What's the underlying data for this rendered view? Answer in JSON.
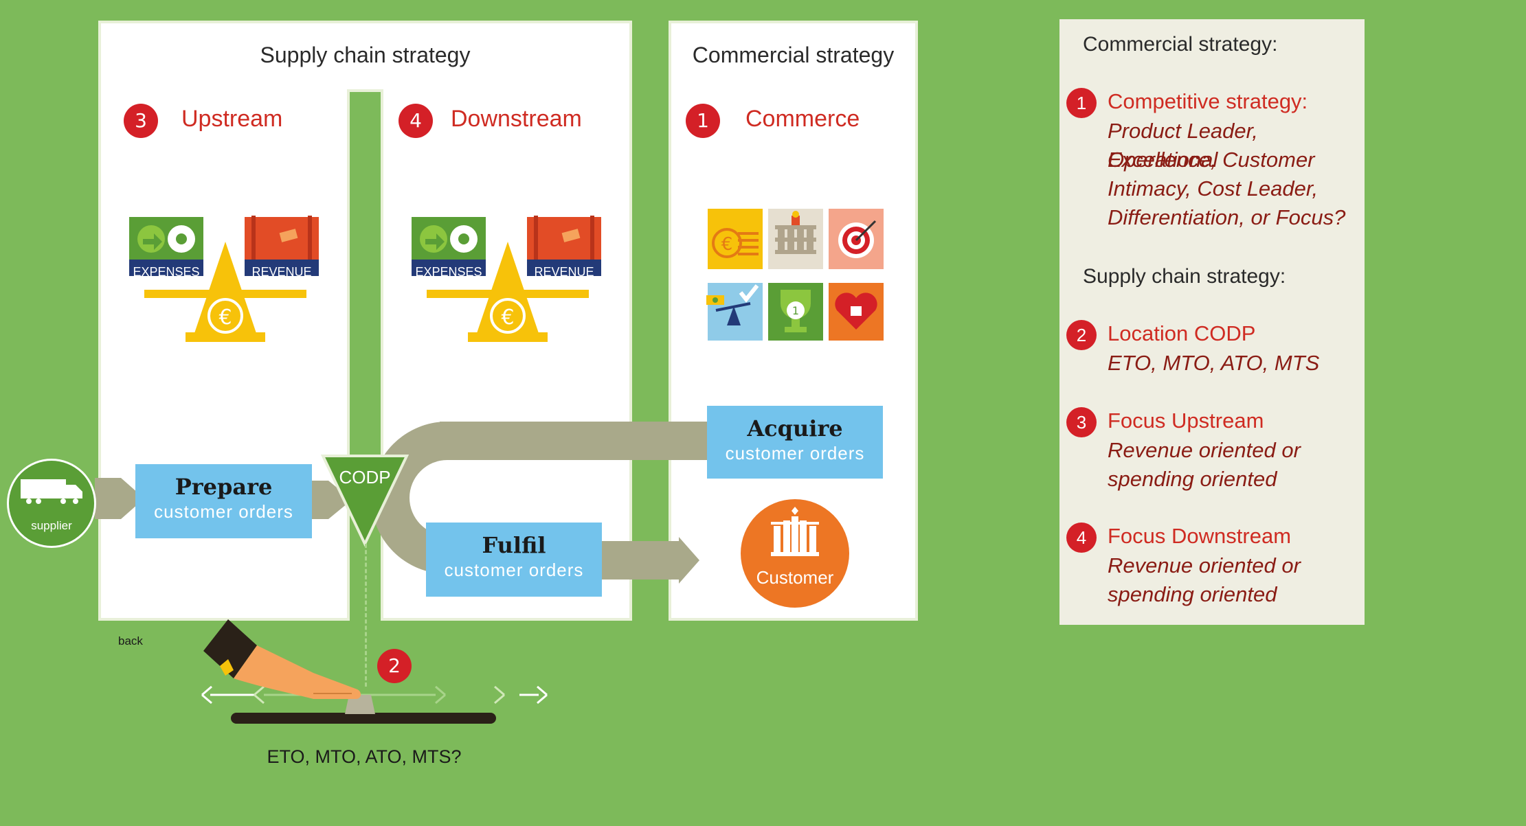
{
  "panels": {
    "supply_chain": {
      "title": "Supply chain strategy"
    },
    "commercial": {
      "title": "Commercial strategy"
    }
  },
  "sections": {
    "upstream": {
      "number": "3",
      "label": "Upstream"
    },
    "downstream": {
      "number": "4",
      "label": "Downstream"
    },
    "commerce": {
      "number": "1",
      "label": "Commerce"
    }
  },
  "scales": {
    "expenses_label": "EXPENSES",
    "revenue_label": "REVENUE"
  },
  "flow": {
    "prepare": {
      "title": "Prepare",
      "subtitle": "customer orders"
    },
    "fulfil": {
      "title": "Fulfil",
      "subtitle": "customer orders"
    },
    "acquire": {
      "title": "Acquire",
      "subtitle": "customer orders"
    },
    "codp": "CODP",
    "supplier": "supplier",
    "customer": "Customer",
    "back": "back"
  },
  "slider": {
    "number": "2",
    "caption": "ETO, MTO, ATO, MTS?"
  },
  "sidebar": {
    "commercial_heading": "Commercial strategy:",
    "supply_heading": "Supply chain strategy:",
    "items": [
      {
        "number": "1",
        "title": "Competitive strategy:",
        "desc": [
          "Product Leader, Operational",
          "Excellence, Customer",
          "Intimacy, Cost Leader,",
          "Differentiation, or Focus?"
        ]
      },
      {
        "number": "2",
        "title": "Location CODP",
        "desc": [
          "ETO, MTO, ATO, MTS"
        ]
      },
      {
        "number": "3",
        "title": "Focus Upstream",
        "desc": [
          "Revenue oriented or",
          "spending oriented"
        ]
      },
      {
        "number": "4",
        "title": "Focus Downstream",
        "desc": [
          "Revenue oriented or",
          "spending oriented"
        ]
      }
    ]
  },
  "colors": {
    "background": "#7dba5a",
    "accent_red": "#d42027",
    "flow_gray": "#a9a98a",
    "box_blue": "#73c3ec",
    "customer_orange": "#ed7624",
    "gold": "#f7c20a",
    "dark_green": "#5a9e36"
  }
}
